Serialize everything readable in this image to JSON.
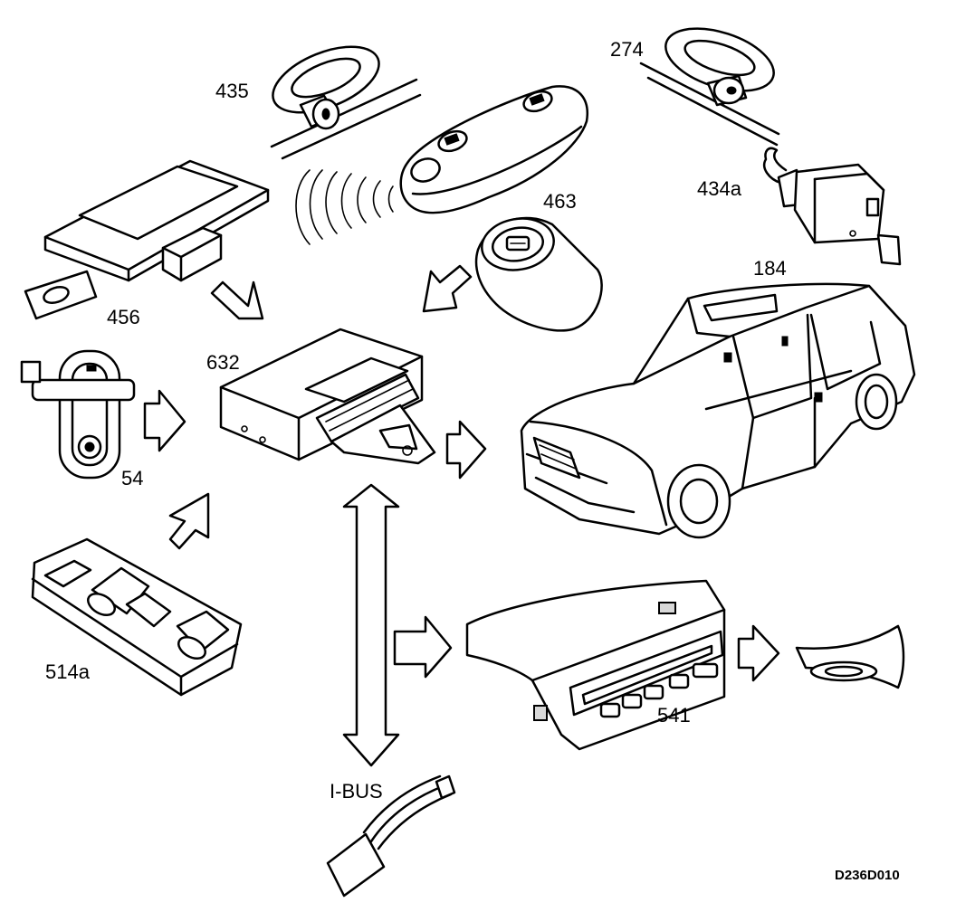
{
  "diagram": {
    "components": [
      {
        "id": "435",
        "label": "435"
      },
      {
        "id": "274",
        "label": "274"
      },
      {
        "id": "434a",
        "label": "434a"
      },
      {
        "id": "463",
        "label": "463"
      },
      {
        "id": "184",
        "label": "184"
      },
      {
        "id": "456",
        "label": "456"
      },
      {
        "id": "632",
        "label": "632"
      },
      {
        "id": "54",
        "label": "54"
      },
      {
        "id": "514a",
        "label": "514a"
      },
      {
        "id": "541",
        "label": "541"
      }
    ],
    "bus_label": "I-BUS",
    "reference": "D236D010"
  }
}
